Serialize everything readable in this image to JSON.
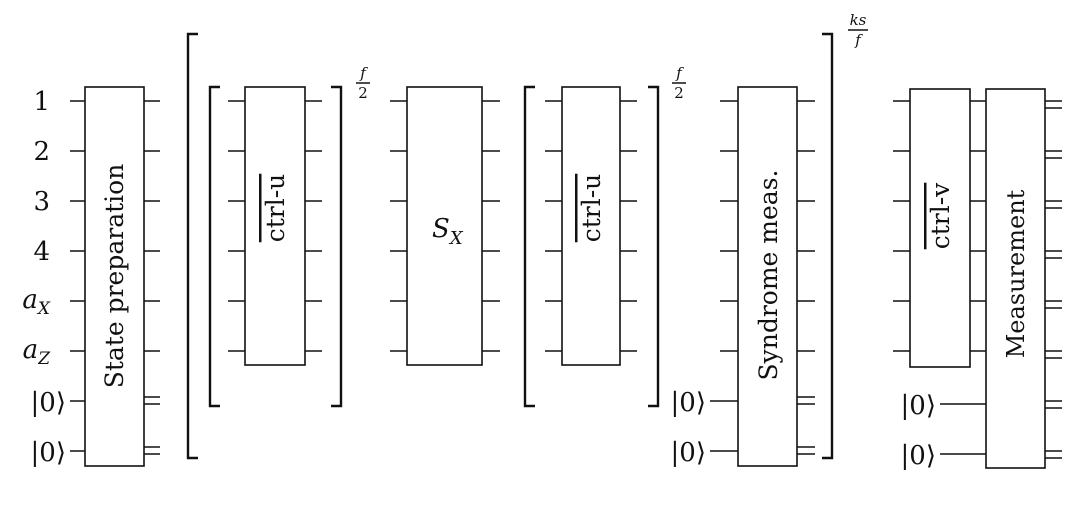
{
  "wire_labels": [
    {
      "main": "1"
    },
    {
      "main": "2"
    },
    {
      "main": "3"
    },
    {
      "main": "4"
    },
    {
      "main": "a",
      "sub": "X"
    },
    {
      "main": "a",
      "sub": "Z"
    },
    {
      "main": "|0⟩"
    },
    {
      "main": "|0⟩"
    }
  ],
  "ket_zero": "|0⟩",
  "gates": {
    "state_preparation": "State preparation",
    "ctrl_u": "ctrl-u",
    "s_x": {
      "main": "S",
      "sub": "X"
    },
    "syndrome": "Syndrome meas.",
    "ctrl_v": "ctrl-v",
    "measurement": "Measurement"
  },
  "exponents": {
    "half": {
      "num": "f",
      "den": "2"
    },
    "outer": {
      "num": "ks",
      "den": "f"
    }
  }
}
